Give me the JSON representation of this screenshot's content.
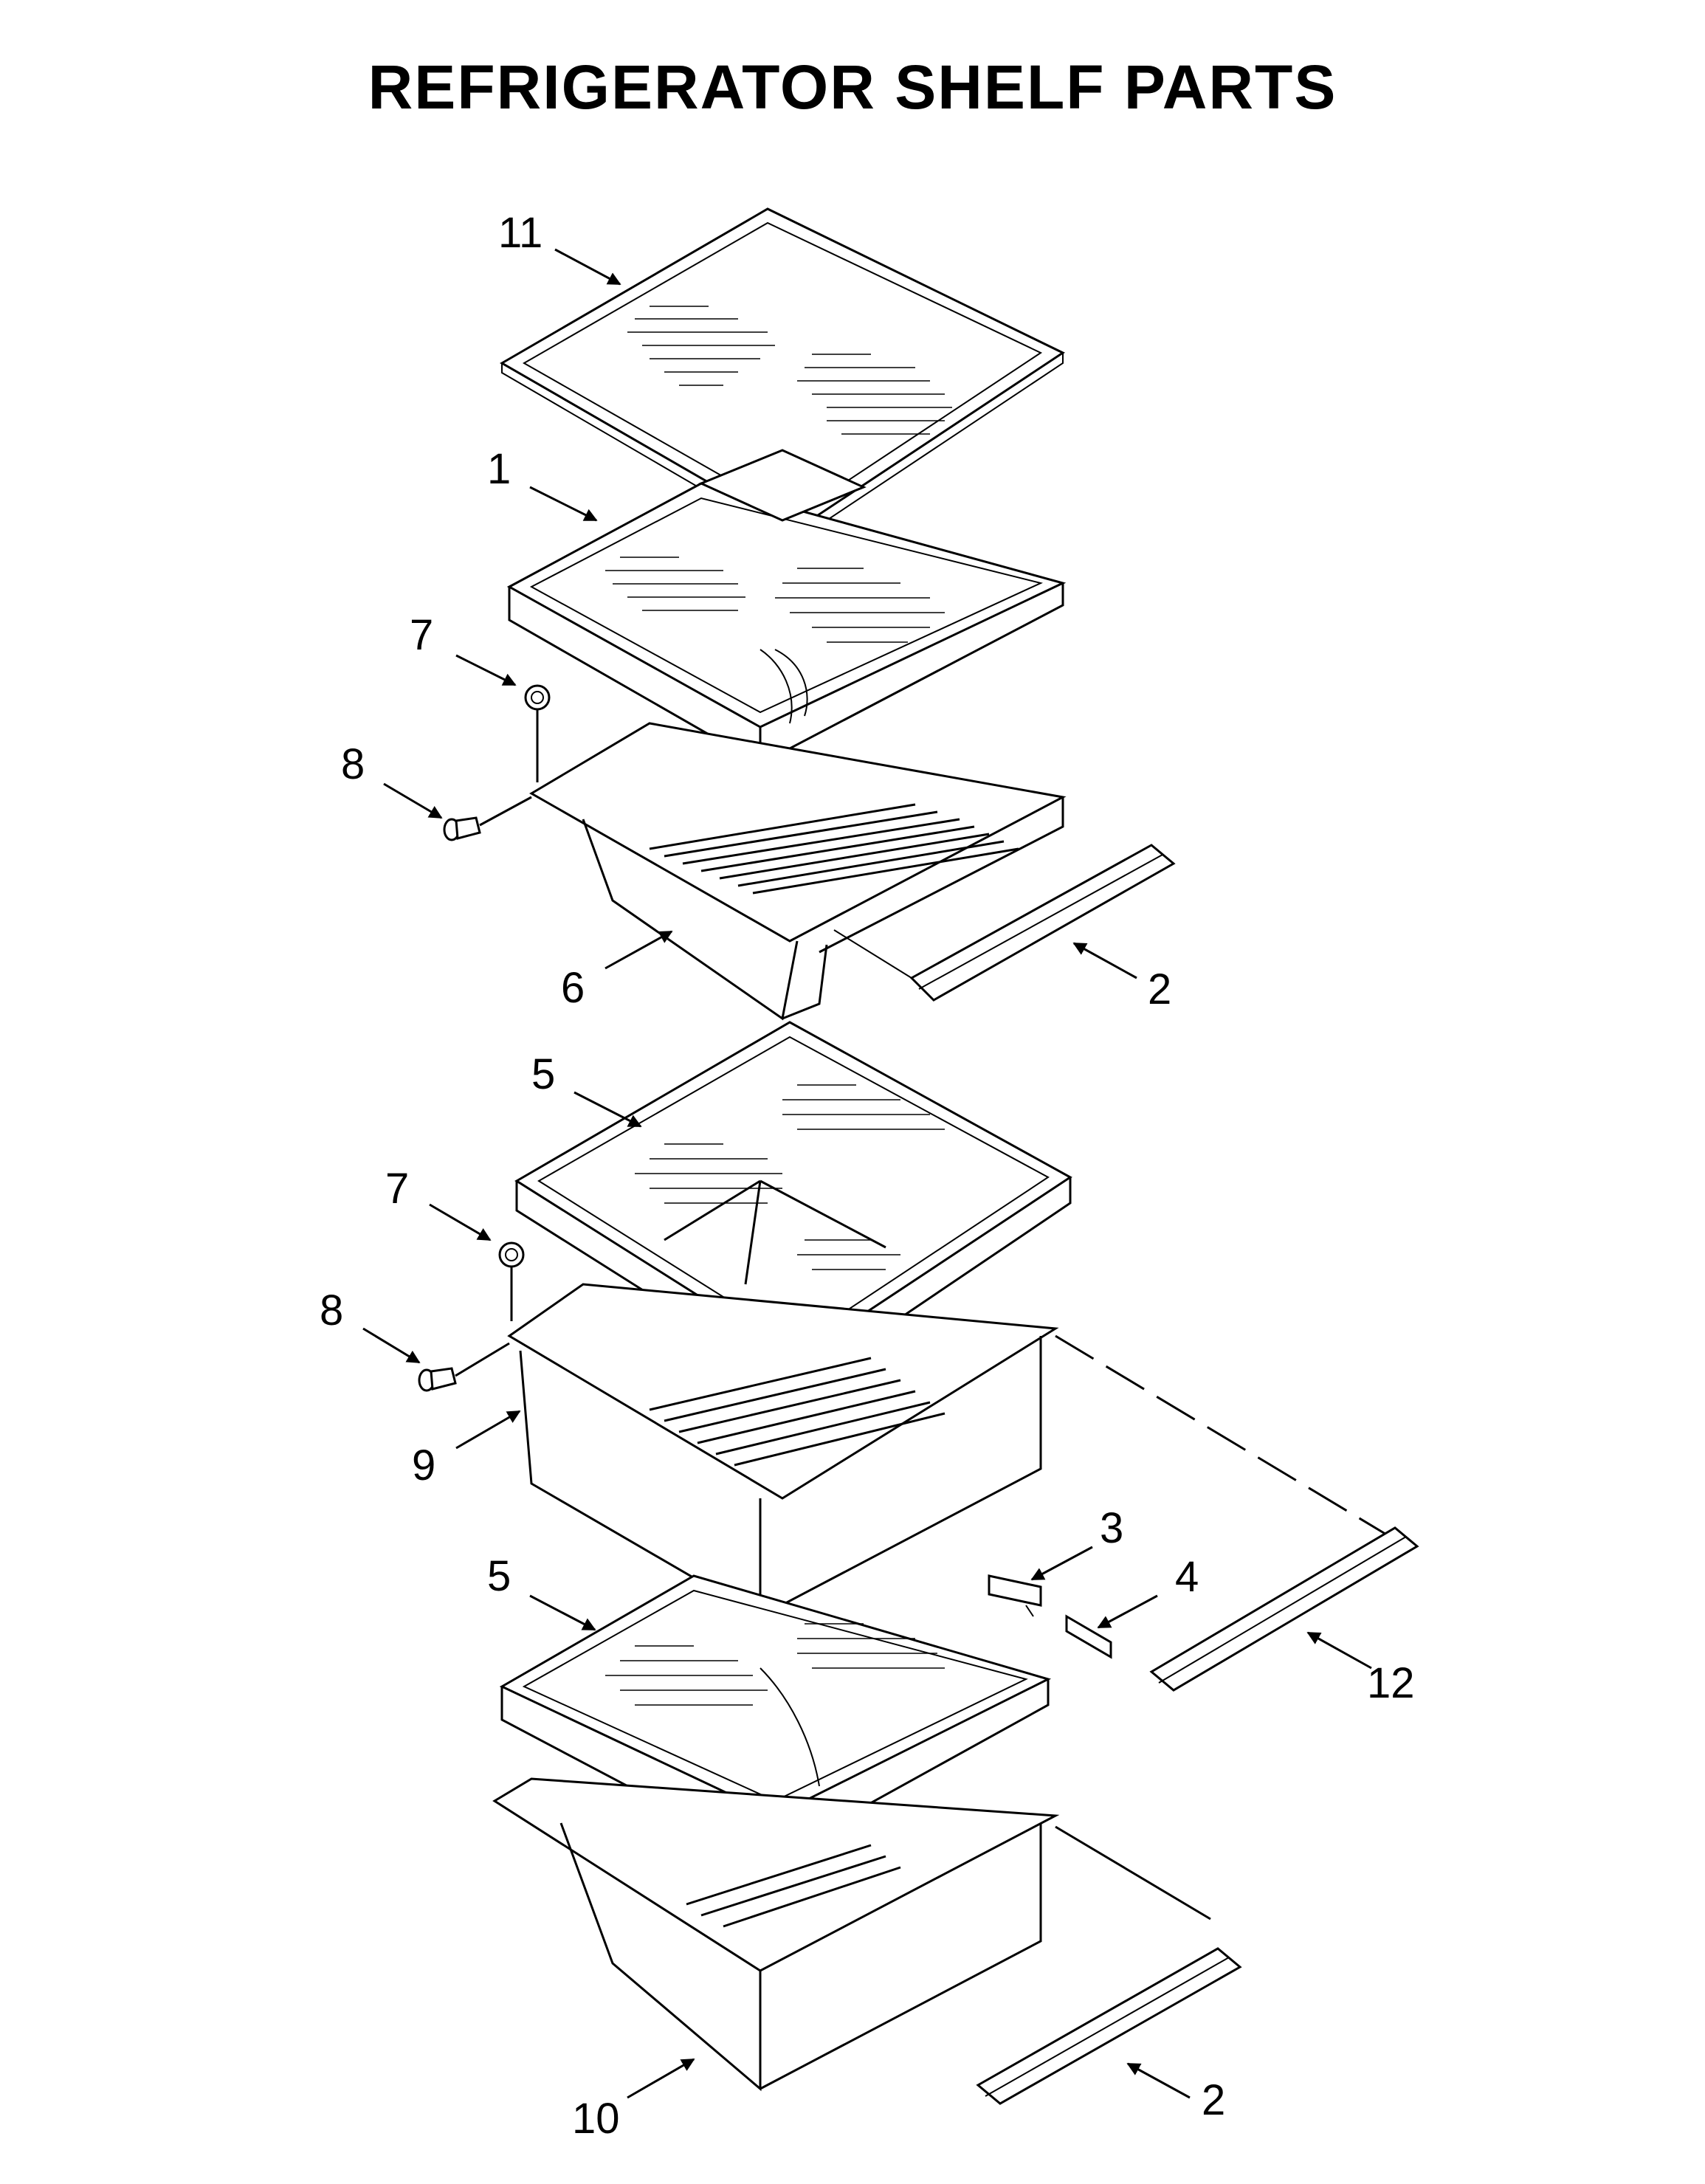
{
  "title": "REFRIGERATOR SHELF PARTS",
  "callouts": [
    {
      "id": "c11",
      "text": "11"
    },
    {
      "id": "c1",
      "text": "1"
    },
    {
      "id": "c7a",
      "text": "7"
    },
    {
      "id": "c8a",
      "text": "8"
    },
    {
      "id": "c6",
      "text": "6"
    },
    {
      "id": "c2a",
      "text": "2"
    },
    {
      "id": "c5a",
      "text": "5"
    },
    {
      "id": "c7b",
      "text": "7"
    },
    {
      "id": "c8b",
      "text": "8"
    },
    {
      "id": "c9",
      "text": "9"
    },
    {
      "id": "c3",
      "text": "3"
    },
    {
      "id": "c4",
      "text": "4"
    },
    {
      "id": "c12",
      "text": "12"
    },
    {
      "id": "c5b",
      "text": "5"
    },
    {
      "id": "c10",
      "text": "10"
    },
    {
      "id": "c2b",
      "text": "2"
    }
  ]
}
